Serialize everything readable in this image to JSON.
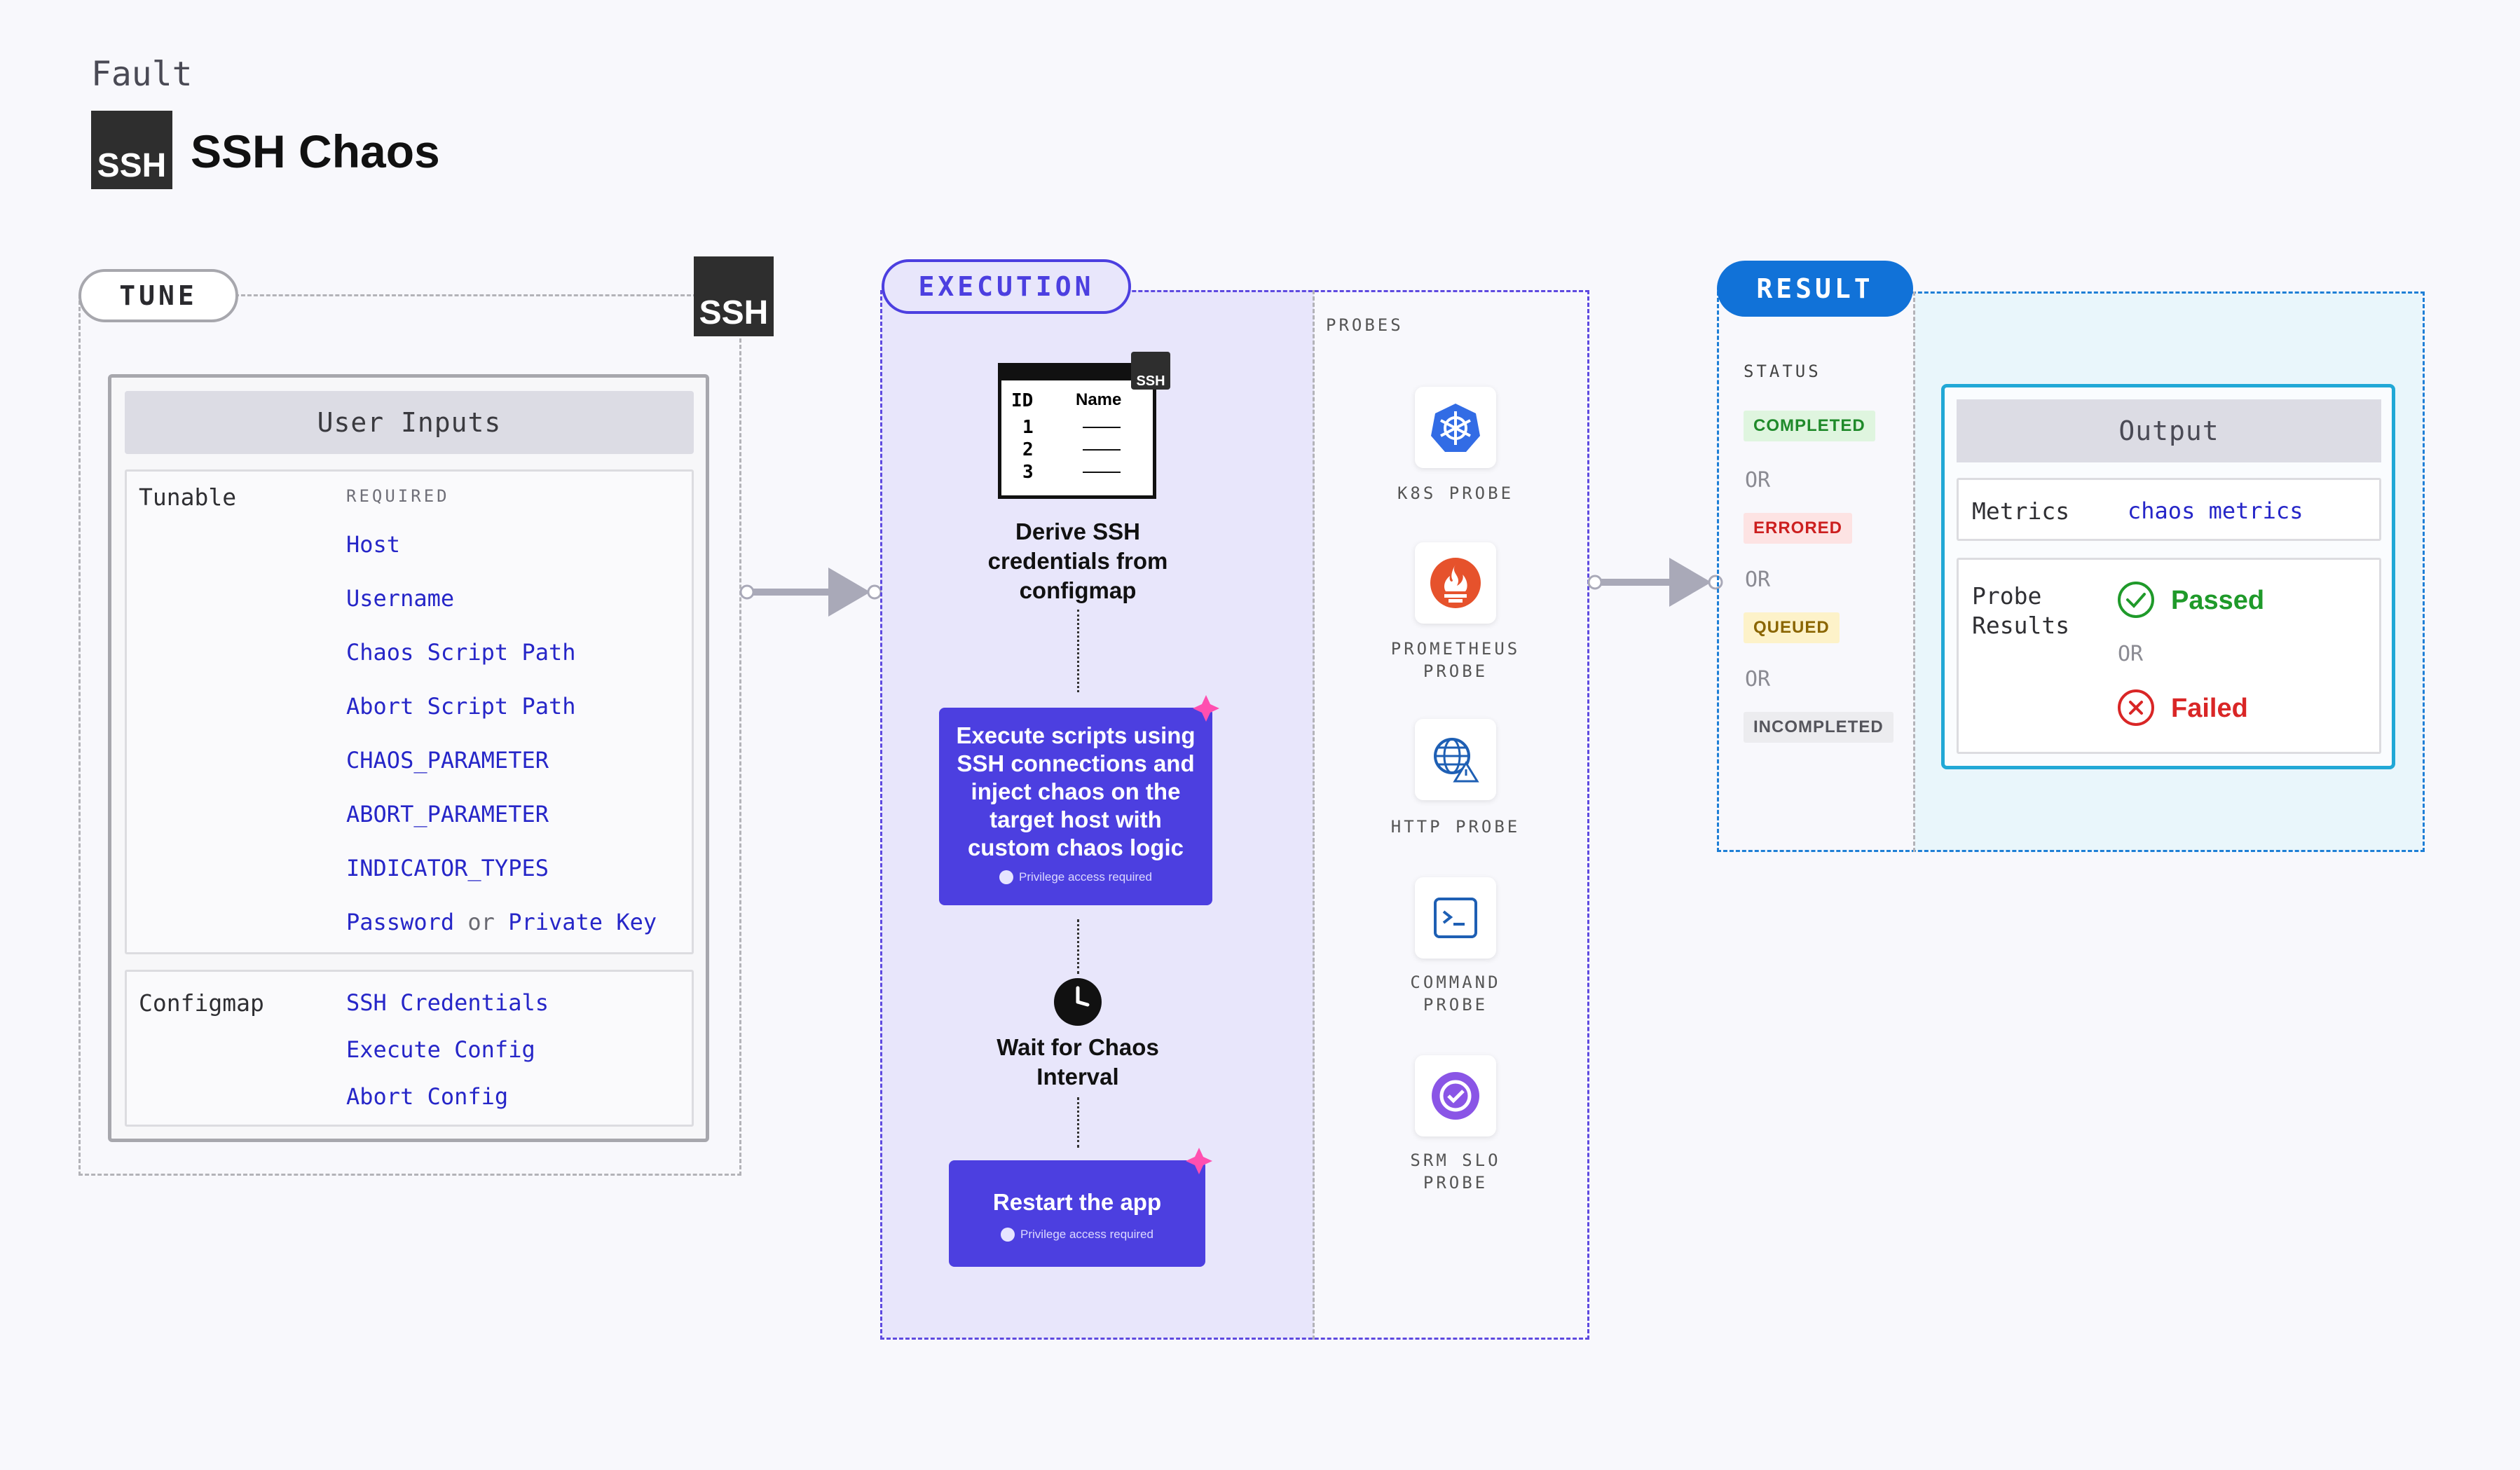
{
  "header": {
    "category": "Fault",
    "title": "SSH Chaos",
    "logo_text": "SSH"
  },
  "tune": {
    "label": "TUNE",
    "logo_text": "SSH",
    "user_inputs_title": "User Inputs",
    "tunable_label": "Tunable",
    "required_label": "REQUIRED",
    "tunables": [
      "Host",
      "Username",
      "Chaos Script Path",
      "Abort Script Path",
      "CHAOS_PARAMETER",
      "ABORT_PARAMETER",
      "INDICATOR_TYPES"
    ],
    "credential_option_a": "Password",
    "credential_or": "or",
    "credential_option_b": "Private Key",
    "configmap_label": "Configmap",
    "configmap_items": [
      "SSH Credentials",
      "Execute Config",
      "Abort Config"
    ]
  },
  "execution": {
    "label": "EXECUTION",
    "table_icon": {
      "badge": "SSH",
      "col_id": "ID",
      "col_name": "Name",
      "rows": [
        "1",
        "2",
        "3"
      ]
    },
    "step1": "Derive SSH credentials from configmap",
    "step2": "Execute scripts using SSH connections and inject chaos on the target host with custom chaos logic",
    "step2_privilege": "Privilege access required",
    "step3": "Wait for Chaos Interval",
    "step4": "Restart the app",
    "step4_privilege": "Privilege access required"
  },
  "probes": {
    "title": "PROBES",
    "items": [
      {
        "label_line1": "K8S PROBE",
        "label_line2": "",
        "icon": "kubernetes-icon",
        "color": "#326ce5"
      },
      {
        "label_line1": "PROMETHEUS",
        "label_line2": "PROBE",
        "icon": "prometheus-icon",
        "color": "#e6522c"
      },
      {
        "label_line1": "HTTP PROBE",
        "label_line2": "",
        "icon": "globe-icon",
        "color": "#1e5fb4"
      },
      {
        "label_line1": "COMMAND",
        "label_line2": "PROBE",
        "icon": "terminal-icon",
        "color": "#1e5fb4"
      },
      {
        "label_line1": "SRM SLO",
        "label_line2": "PROBE",
        "icon": "srm-slo-icon",
        "color": "#8a55e6"
      }
    ]
  },
  "result": {
    "label": "RESULT",
    "status_title": "STATUS",
    "statuses": [
      {
        "text": "COMPLETED",
        "bg": "#dff5df",
        "fg": "#1f8a2a"
      },
      {
        "text": "ERRORED",
        "bg": "#fde3e3",
        "fg": "#cc1f1f"
      },
      {
        "text": "QUEUED",
        "bg": "#fdf2c9",
        "fg": "#8a6500"
      },
      {
        "text": "INCOMPLETED",
        "bg": "#ececef",
        "fg": "#55555c"
      }
    ],
    "or_text": "OR",
    "output_title": "Output",
    "metrics_label": "Metrics",
    "metrics_value": "chaos metrics",
    "probe_results_line1": "Probe",
    "probe_results_line2": "Results",
    "passed": "Passed",
    "failed": "Failed",
    "passed_color": "#1f9a2a",
    "failed_color": "#d92626"
  }
}
